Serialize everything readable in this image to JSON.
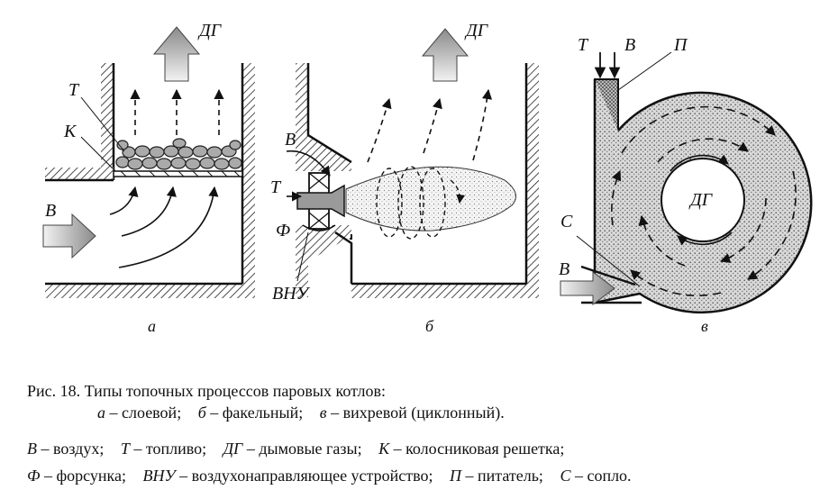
{
  "labels": {
    "a": {
      "fuel": "Т",
      "grate": "К",
      "air": "В",
      "flue": "ДГ",
      "letter": "а"
    },
    "b": {
      "air": "В",
      "fuel": "Т",
      "nozzle": "Ф",
      "air_device": "ВНУ",
      "flue": "ДГ",
      "letter": "б"
    },
    "v": {
      "fuel": "Т",
      "air_top": "В",
      "feeder": "П",
      "flue": "ДГ",
      "nozzle": "С",
      "air": "В",
      "letter": "в"
    }
  },
  "caption": {
    "title": "Рис. 18. Типы топочных процессов паровых котлов:",
    "types": [
      {
        "key": "а",
        "text": " – слоевой;"
      },
      {
        "key": "б",
        "text": " – факельный;"
      },
      {
        "key": "в",
        "text": " – вихревой (циклонный)."
      }
    ]
  },
  "legend": {
    "line1": [
      {
        "key": "В",
        "text": " – воздух;"
      },
      {
        "key": "Т",
        "text": " – топливо;"
      },
      {
        "key": "ДГ",
        "text": " – дымовые газы;"
      },
      {
        "key": "К",
        "text": " – колосниковая решетка;"
      }
    ],
    "line2": [
      {
        "key": "Ф",
        "text": " – форсунка;"
      },
      {
        "key": "ВНУ",
        "text": " – воздухонаправляющее устройство;"
      },
      {
        "key": "П",
        "text": " – питатель;"
      },
      {
        "key": "С",
        "text": " – сопло."
      }
    ]
  }
}
